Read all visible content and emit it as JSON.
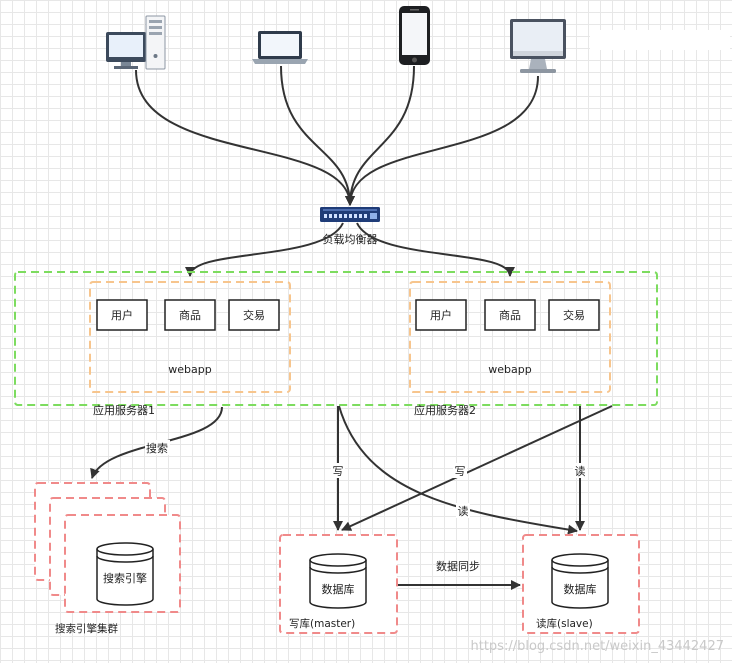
{
  "devices": [
    {
      "icon": "desktop-computer-icon"
    },
    {
      "icon": "laptop-icon"
    },
    {
      "icon": "smartphone-icon"
    },
    {
      "icon": "imac-monitor-icon"
    }
  ],
  "load_balancer": {
    "label": "负载均衡器",
    "icon": "network-switch-icon"
  },
  "app_servers": [
    {
      "label": "应用服务器1",
      "webapp": "webapp",
      "modules": [
        "用户",
        "商品",
        "交易"
      ]
    },
    {
      "label": "应用服务器2",
      "webapp": "webapp",
      "modules": [
        "用户",
        "商品",
        "交易"
      ]
    }
  ],
  "search_cluster": {
    "label": "搜索引擎集群",
    "node_label": "搜索引擎"
  },
  "databases": {
    "master": {
      "db_label": "数据库",
      "caption": "写库(master)"
    },
    "slave": {
      "db_label": "数据库",
      "caption": "读库(slave)"
    }
  },
  "edges": {
    "search": "搜索",
    "write_left": "写",
    "write_right": "写",
    "read_curve": "读",
    "read_right": "读",
    "sync": "数据同步"
  },
  "colors": {
    "group_border": "#7ddc5f",
    "webapp_border": "#f7c58d",
    "storage_border": "#f08a8a",
    "arrow": "#333333",
    "switch": "#1f3c78"
  },
  "watermark": "https://blog.csdn.net/weixin_43442427"
}
